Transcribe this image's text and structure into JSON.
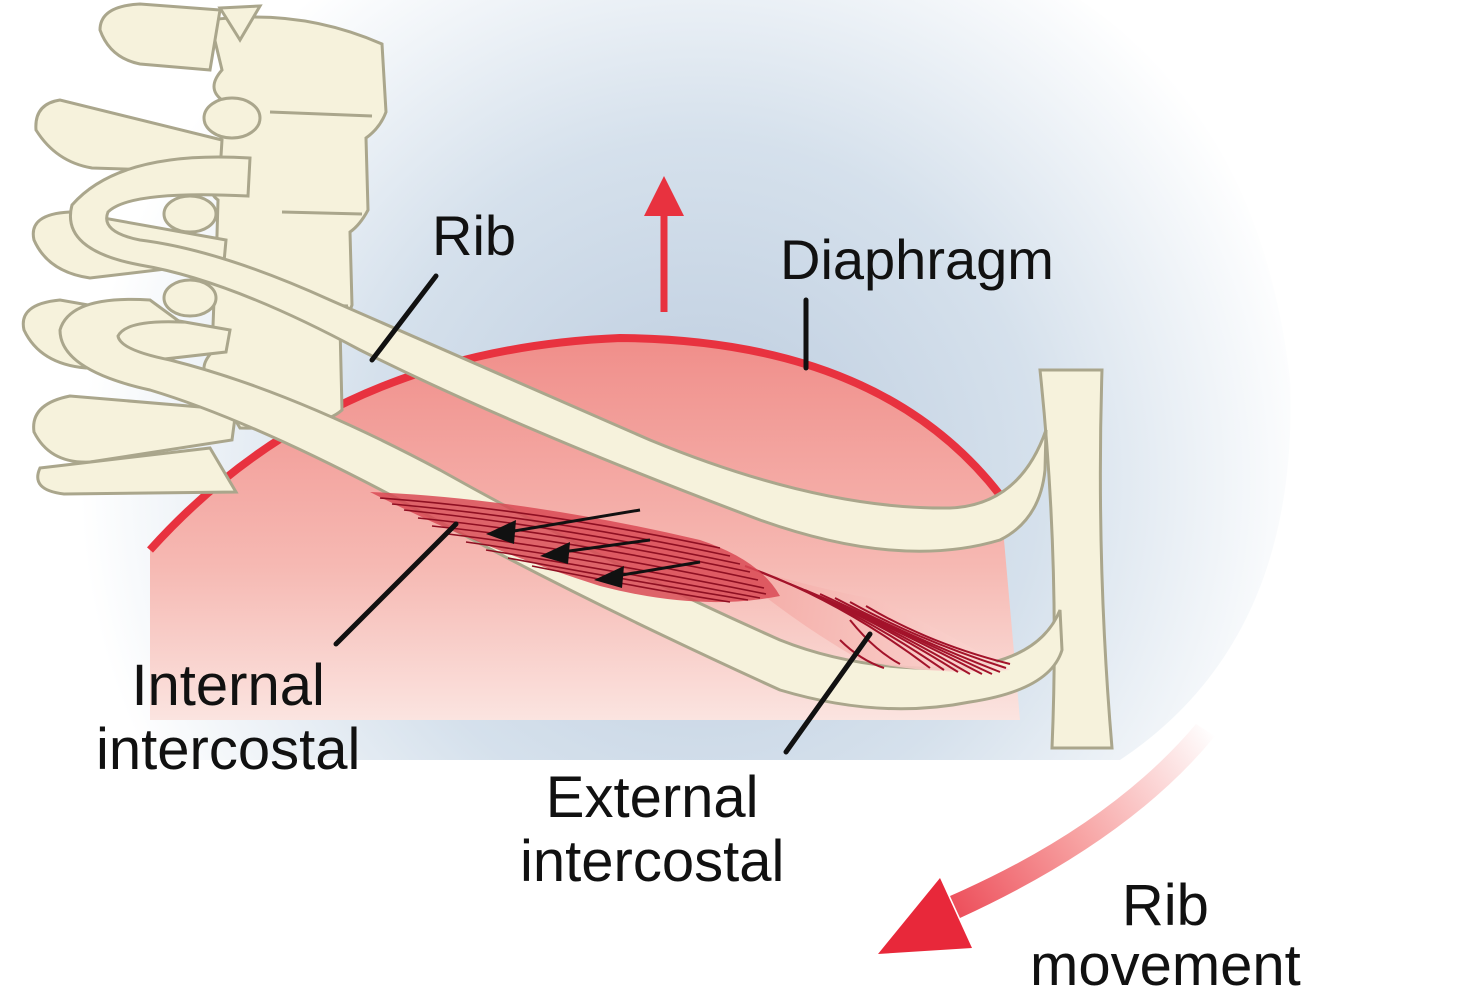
{
  "labels": {
    "rib": "Rib",
    "diaphragm": "Diaphragm",
    "internal_intercostal": [
      "Internal",
      "intercostal"
    ],
    "external_intercostal": [
      "External",
      "intercostal"
    ],
    "rib_movement": [
      "Rib",
      "movement"
    ]
  },
  "icons": {
    "diaphragm_arrow": "up-arrow-icon",
    "rib_movement_arrow": "curved-arrow-icon",
    "muscle_pull_arrows": "left-arrow-icon"
  },
  "colors": {
    "bone": "#f6f2dc",
    "bone_outline": "#aaa68c",
    "diaphragm_edge": "#e8323f",
    "diaphragm_fill": "#f4a9a4",
    "muscle": "#d94a55",
    "muscle_line": "#a3132a",
    "background_glow": "#c9d7e6",
    "text": "#111111"
  }
}
